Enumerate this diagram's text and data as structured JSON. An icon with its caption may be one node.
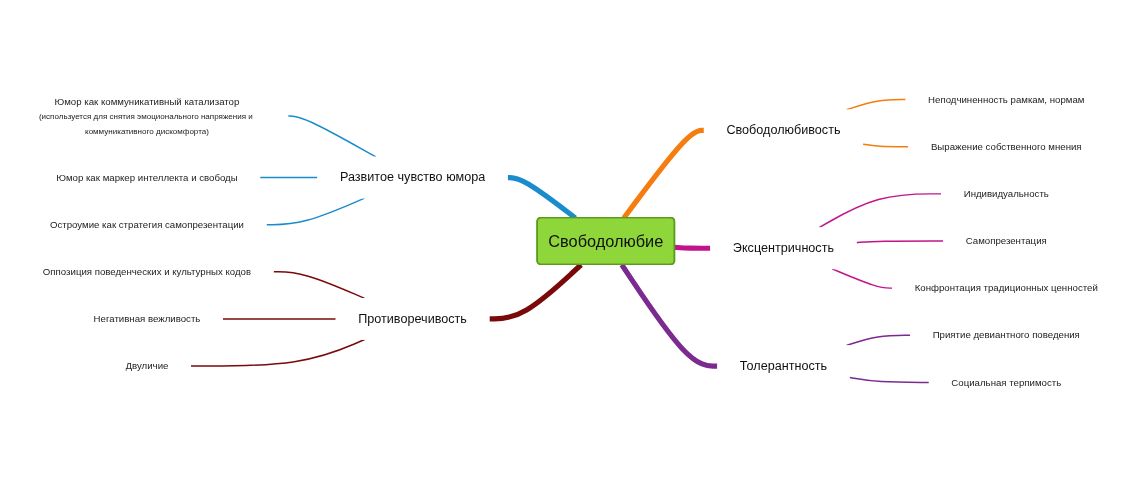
{
  "diagram": {
    "nodes": [
      {
        "text": [
          "Свободолюбие"
        ]
      },
      {
        "text": [
          "Развитое чувство юмора"
        ]
      },
      {
        "text": [
          "Юмор как коммуникативный катализатор",
          "(используется для снятия эмоционального напряжения и коммуникативного дискомфорта)"
        ]
      },
      {
        "text": [
          "Юмор как маркер интеллекта и свободы"
        ]
      },
      {
        "text": [
          "Остроумие как стратегия самопрезентации"
        ]
      },
      {
        "text": [
          "Противоречивость"
        ]
      },
      {
        "text": [
          "Оппозиция поведенческих и культурных кодов"
        ]
      },
      {
        "text": [
          "Негативная вежливость"
        ]
      },
      {
        "text": [
          "Двуличие"
        ]
      },
      {
        "text": [
          "Свободолюбивость"
        ]
      },
      {
        "text": [
          "Неподчиненность рамкам, нормам"
        ]
      },
      {
        "text": [
          "Выражение собственного мнения"
        ]
      },
      {
        "text": [
          "Эксцентричность"
        ]
      },
      {
        "text": [
          "Индивидуальность"
        ]
      },
      {
        "text": [
          "Самопрезентация"
        ]
      },
      {
        "text": [
          "Конфронтация традиционных ценностей"
        ]
      },
      {
        "text": [
          "Толерантность"
        ]
      },
      {
        "text": [
          "Приятие девиантного поведения"
        ]
      },
      {
        "text": [
          "Социальная терпимость"
        ]
      }
    ],
    "edges": [
      {
        "from": 1,
        "to": 0,
        "arrow": "none",
        "style": "thick",
        "color": "#1a8ccc"
      },
      {
        "from": 2,
        "to": 1,
        "arrow": "none",
        "color": "#1a8ccc"
      },
      {
        "from": 3,
        "to": 1,
        "arrow": "none",
        "color": "#1a8ccc"
      },
      {
        "from": 4,
        "to": 1,
        "arrow": "none",
        "color": "#1a8ccc"
      },
      {
        "from": 5,
        "to": 0,
        "arrow": "none",
        "style": "thick",
        "color": "#7a0a0a"
      },
      {
        "from": 6,
        "to": 5,
        "arrow": "none",
        "color": "#7a0a0a"
      },
      {
        "from": 7,
        "to": 5,
        "arrow": "none",
        "color": "#7a0a0a"
      },
      {
        "from": 8,
        "to": 5,
        "arrow": "none",
        "color": "#7a0a0a"
      },
      {
        "from": 0,
        "to": 9,
        "arrow": "none",
        "style": "thick",
        "color": "#f57c0e"
      },
      {
        "from": 9,
        "to": 10,
        "arrow": "none",
        "color": "#f57c0e"
      },
      {
        "from": 9,
        "to": 11,
        "arrow": "none",
        "color": "#f57c0e"
      },
      {
        "from": 0,
        "to": 12,
        "arrow": "none",
        "style": "thick",
        "color": "#c2148a"
      },
      {
        "from": 12,
        "to": 13,
        "arrow": "none",
        "color": "#c2148a"
      },
      {
        "from": 12,
        "to": 14,
        "arrow": "none",
        "color": "#c2148a"
      },
      {
        "from": 12,
        "to": 15,
        "arrow": "none",
        "color": "#c2148a"
      },
      {
        "from": 0,
        "to": 16,
        "arrow": "none",
        "style": "thick",
        "color": "#7b2a90"
      },
      {
        "from": 16,
        "to": 17,
        "arrow": "none",
        "color": "#7b2a90"
      },
      {
        "from": 16,
        "to": 18,
        "arrow": "none",
        "color": "#7b2a90"
      }
    ]
  }
}
